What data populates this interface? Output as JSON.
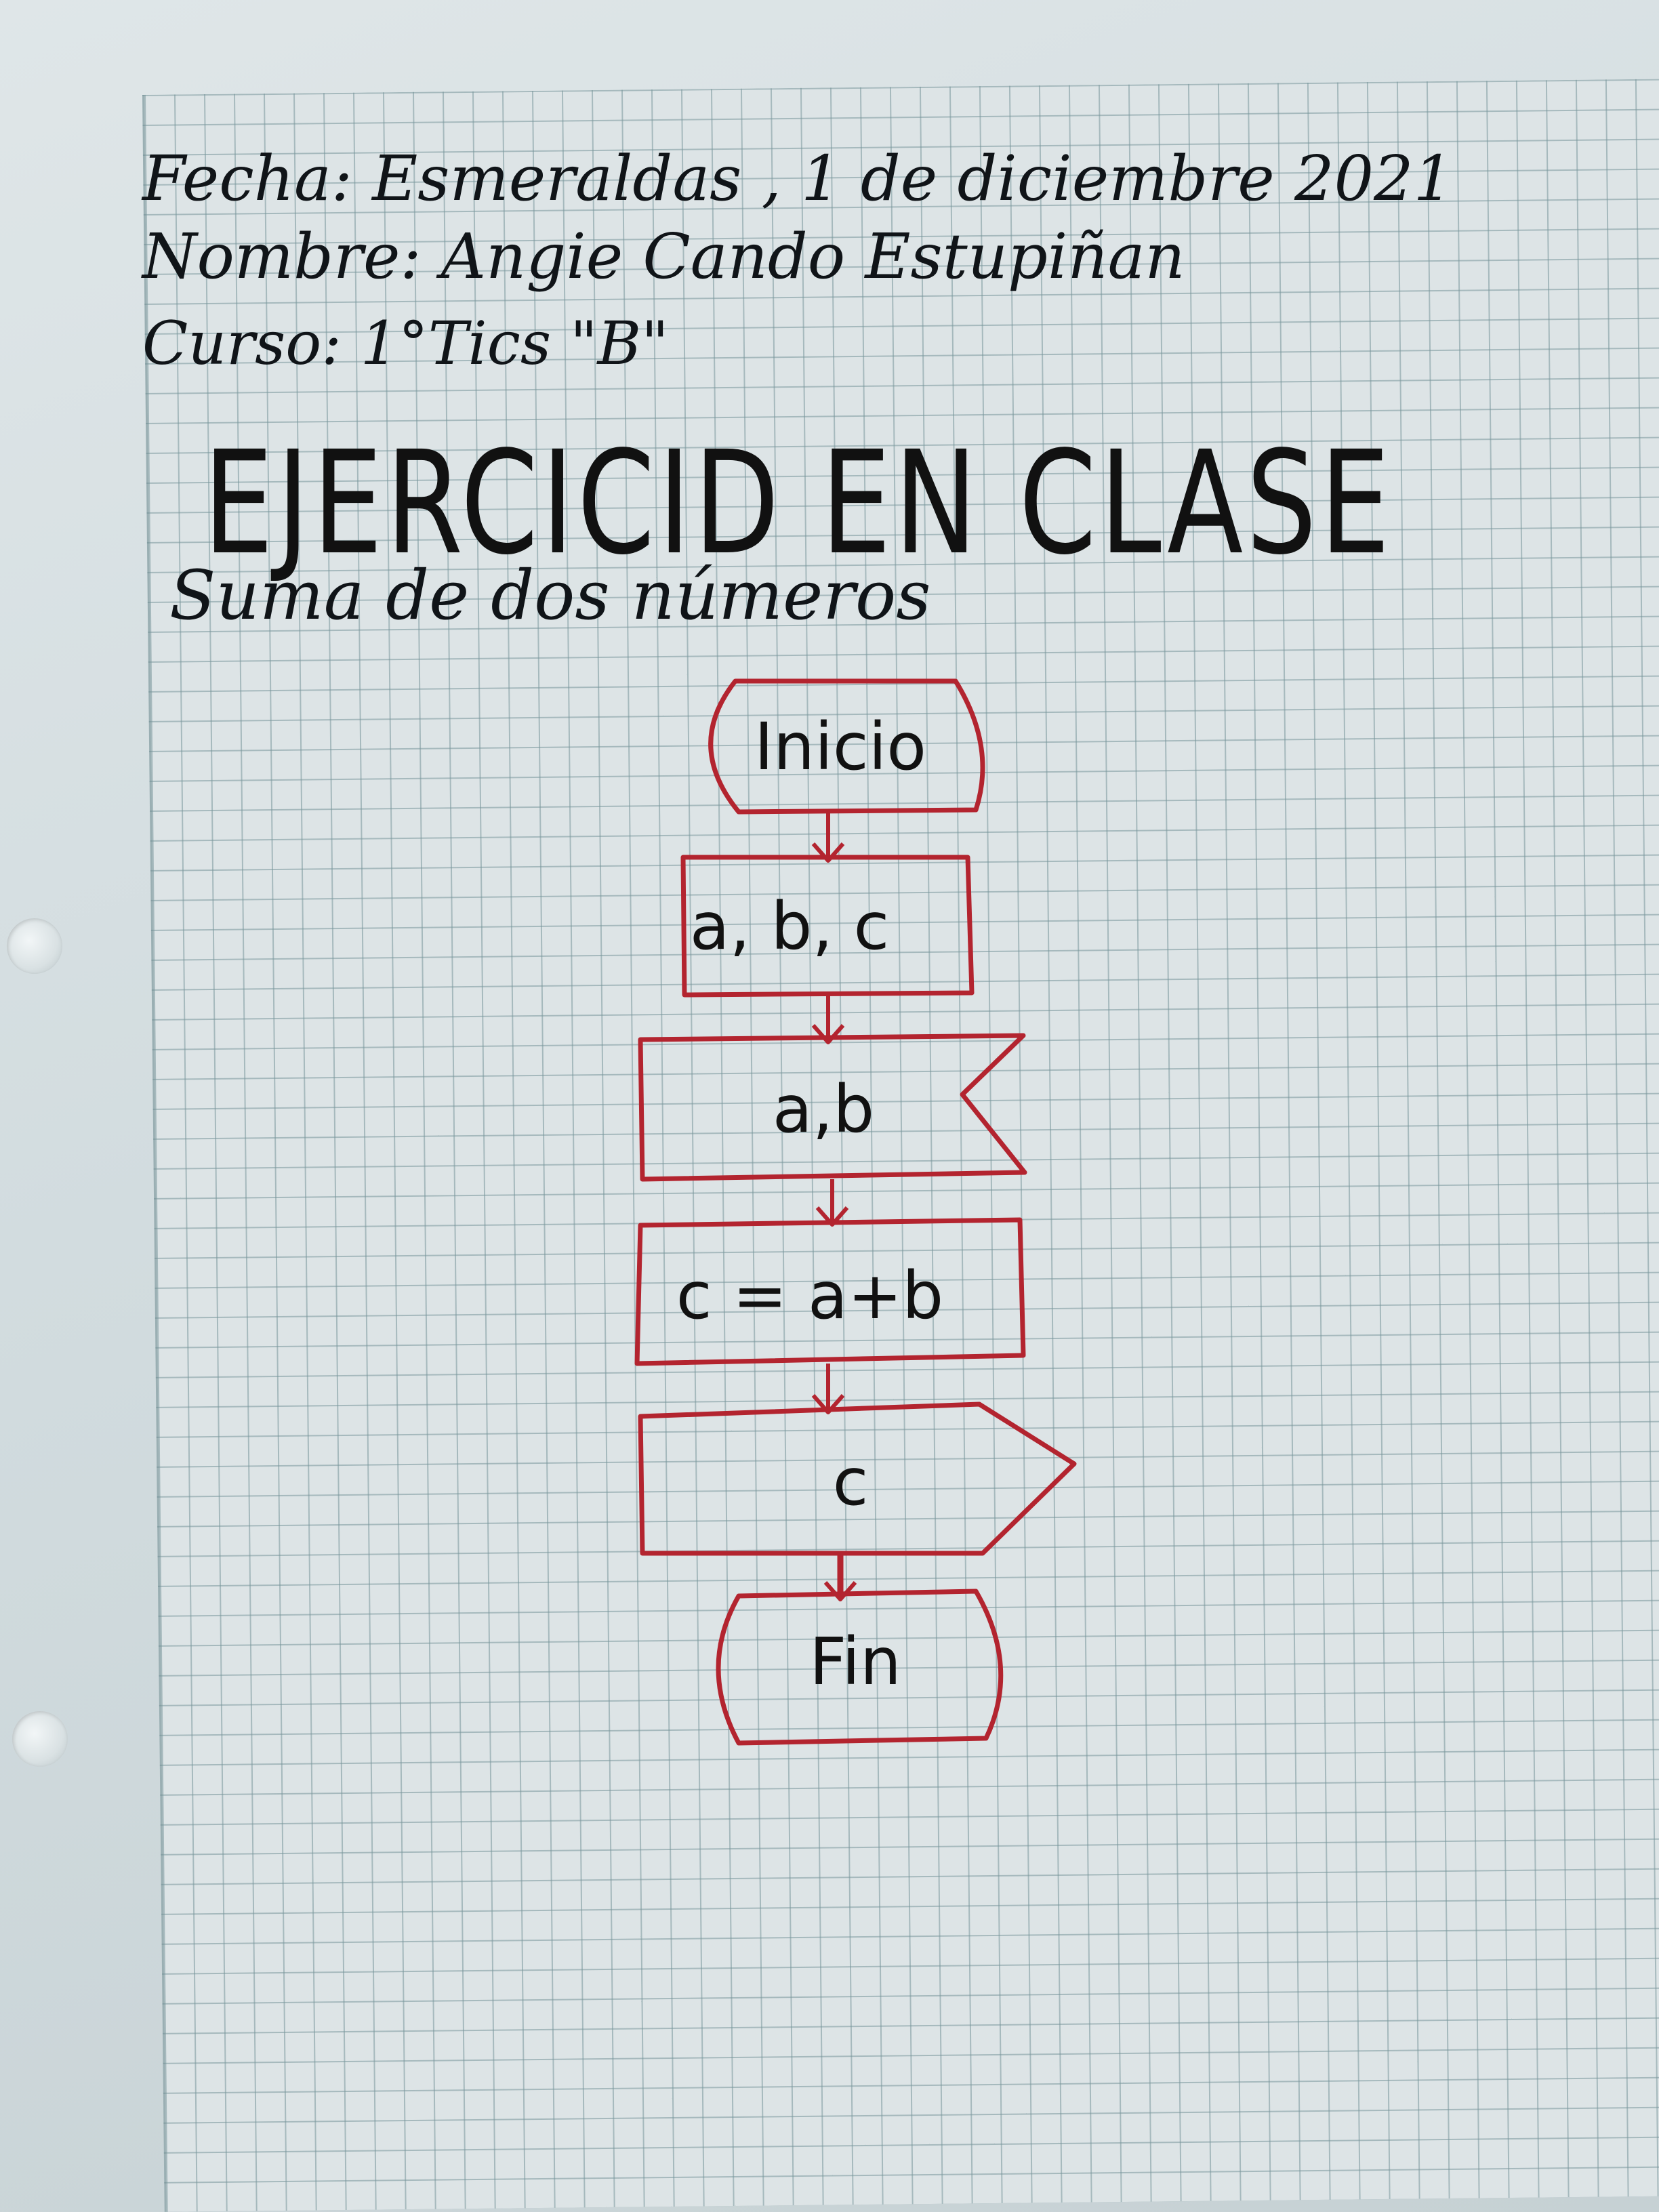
{
  "header": {
    "date_line": "Fecha: Esmeraldas , 1 de diciembre 2021",
    "name_line": "Nombre: Angie Cando Estupiñan",
    "course_line": "Curso: 1°Tics \"B\""
  },
  "title": "EJERCICID EN CLASE",
  "subtitle": "Suma de dos números",
  "flowchart": {
    "nodes": [
      {
        "id": "inicio",
        "shape": "terminal",
        "label": "Inicio"
      },
      {
        "id": "declare",
        "shape": "process",
        "label": "a, b, c"
      },
      {
        "id": "input",
        "shape": "manual-input",
        "label": "a,b"
      },
      {
        "id": "process",
        "shape": "process",
        "label": "c = a+b"
      },
      {
        "id": "output",
        "shape": "display",
        "label": "c"
      },
      {
        "id": "fin",
        "shape": "terminal",
        "label": "Fin"
      }
    ],
    "colors": {
      "stroke": "#b3242f",
      "text": "#111111"
    }
  }
}
